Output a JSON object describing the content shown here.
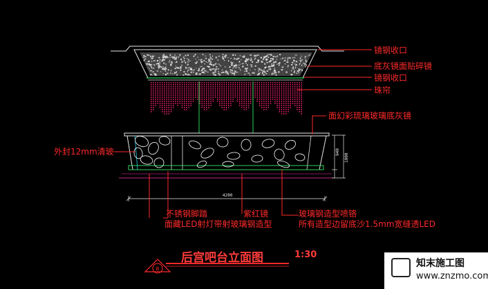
{
  "labels": {
    "stainless_trim_1": "镜钢收口",
    "gray_mirror_mosaic": "底灰镜面贴碎镜",
    "stainless_trim_2": "镜钢收口",
    "bead_curtain": "珠帘",
    "illusion_glass": "面幻彩琉璃玻璃底灰镜",
    "outer_glass": "外封12mm清玻",
    "stainless_footrest": "不锈钢脚踏",
    "hidden_led": "面藏LED射灯带射玻璃钢造型",
    "purple_mirror": "紫红镜",
    "frp_shape": "玻璃钢造型喷铬",
    "sand_edge_led": "所有造型边留底沙1.5mm宽缝透LED"
  },
  "dimensions": {
    "width": "4200",
    "height_1": "940",
    "height_2": "1000"
  },
  "title": {
    "text": "后宫吧台立面图",
    "scale": "1:30",
    "symbol": "B"
  },
  "watermark": {
    "name": "知末施工图",
    "url": "www.znzmo.com"
  },
  "colors": {
    "background": "#000000",
    "outline": "#e8e8e8",
    "leader": "#ff2a2a",
    "accent_green": "#2fd35a",
    "magenta": "#ff33aa",
    "cyan": "#22d3ee"
  }
}
